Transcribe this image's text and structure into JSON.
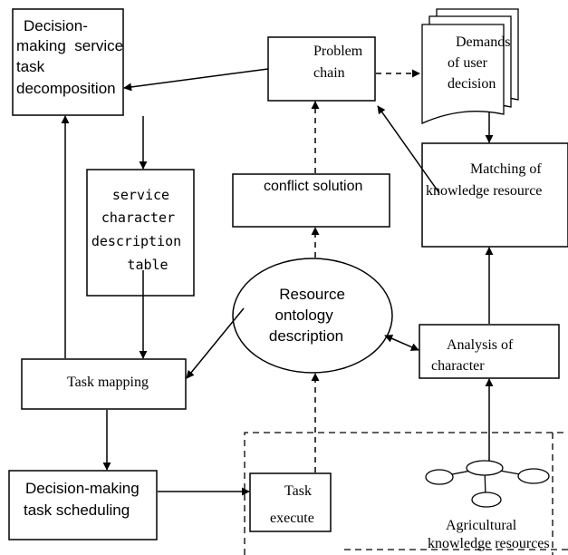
{
  "nodes": {
    "decomposition": {
      "lines": [
        "Decision-",
        "making  service",
        "task",
        "decomposition"
      ]
    },
    "problem_chain": {
      "lines": [
        "Problem",
        "chain"
      ]
    },
    "demands": {
      "lines": [
        "Demands",
        "of user",
        "decision"
      ]
    },
    "matching": {
      "lines": [
        "Matching of",
        "knowledge resource"
      ]
    },
    "conflict": {
      "lines": [
        "conflict solution"
      ]
    },
    "service_table": {
      "lines": [
        "service",
        "character",
        "description",
        "table"
      ]
    },
    "ontology": {
      "lines": [
        "Resource",
        "ontology",
        "description"
      ]
    },
    "analysis": {
      "lines": [
        "Analysis of",
        "character"
      ]
    },
    "task_mapping": {
      "lines": [
        "Task mapping"
      ]
    },
    "scheduling": {
      "lines": [
        "Decision-making",
        "task scheduling"
      ]
    },
    "execute": {
      "lines": [
        "Task",
        "execute"
      ]
    },
    "agri": {
      "lines": [
        "Agricultural",
        "knowledge resources"
      ]
    }
  },
  "colors": {
    "stroke": "#000000",
    "background": "#ffffff"
  }
}
